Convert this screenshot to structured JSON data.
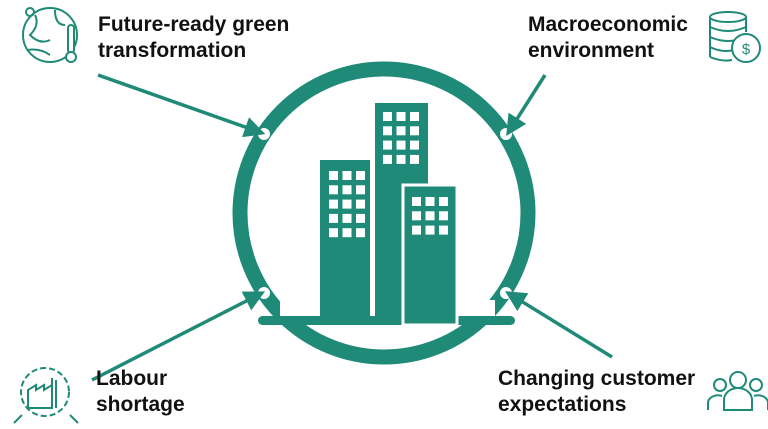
{
  "factors": [
    {
      "id": "green",
      "line1": "Future-ready green",
      "line2": "transformation",
      "icon": "globe-thermometer-icon"
    },
    {
      "id": "macro",
      "line1": "Macroeconomic",
      "line2": "environment",
      "icon": "coins-dollar-icon"
    },
    {
      "id": "labour",
      "line1": "Labour",
      "line2": "shortage",
      "icon": "factory-gear-icon"
    },
    {
      "id": "customer",
      "line1": "Changing customer",
      "line2": "expectations",
      "icon": "people-group-icon"
    }
  ],
  "colors": {
    "accent": "#208a78",
    "text": "#111111"
  }
}
